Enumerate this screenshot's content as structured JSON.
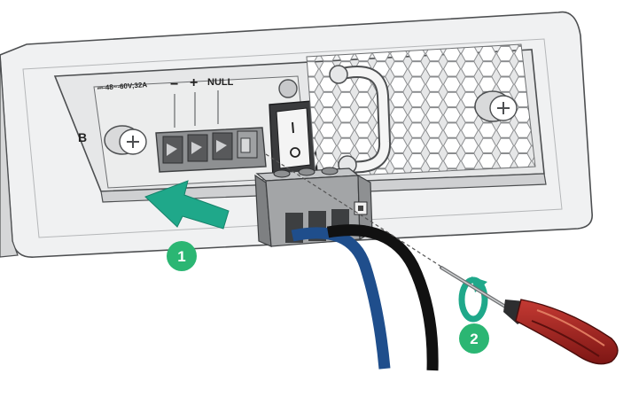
{
  "module": {
    "slot_label": "B",
    "power_rating": "⎓-48~-60V;32A",
    "terminal_labels": {
      "minus": "−",
      "plus": "+",
      "null": "NULL"
    }
  },
  "steps": [
    {
      "number": "1"
    },
    {
      "number": "2"
    }
  ],
  "colors": {
    "accent_green": "#1fa88a",
    "step_badge_green": "#2bb673",
    "cable_blue": "#1f4e8c",
    "cable_black": "#111111",
    "screwdriver_handle": "#a0221f",
    "panel_gray": "#e6e7e8",
    "terminal_block_gray": "#9a9c9e"
  }
}
